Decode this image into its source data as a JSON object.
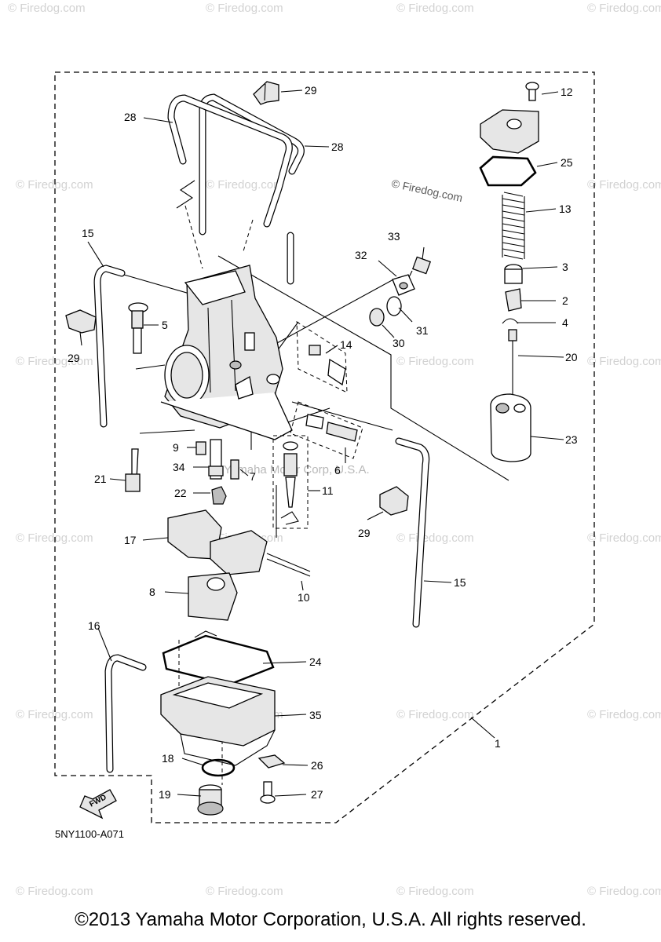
{
  "watermark": {
    "brand_text": "© Firedog.com",
    "brand_text_plain": "© Firedog.com",
    "center_text": "© Firedog.com",
    "corp_text": "Yamaha Motor Corp, U.S.A."
  },
  "diagram": {
    "code": "5NY1100-A071",
    "fwd_label": "FWD",
    "callouts": [
      "29",
      "28",
      "28",
      "12",
      "25",
      "13",
      "15",
      "33",
      "32",
      "3",
      "2",
      "4",
      "5",
      "29",
      "14",
      "31",
      "30",
      "20",
      "23",
      "9",
      "34",
      "7",
      "6",
      "11",
      "21",
      "22",
      "29",
      "17",
      "10",
      "8",
      "15",
      "16",
      "24",
      "35",
      "1",
      "18",
      "26",
      "19",
      "27"
    ]
  },
  "copyright": "©2013 Yamaha Motor Corporation, U.S.A. All rights reserved."
}
